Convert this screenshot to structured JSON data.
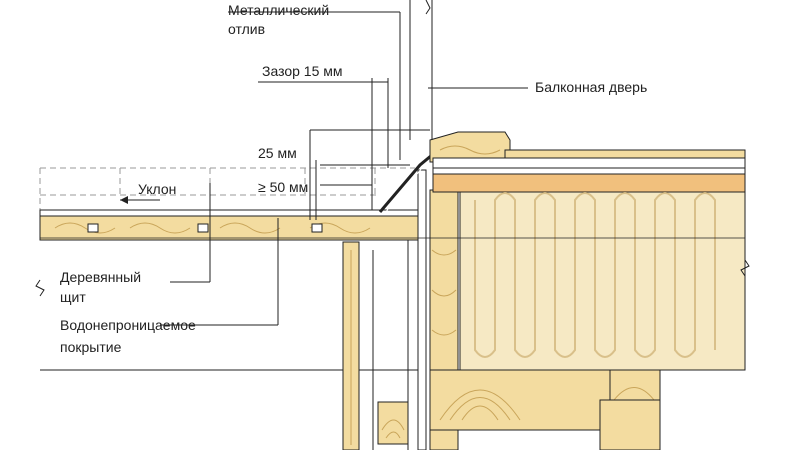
{
  "labels": {
    "metal_flashing_line1": "Металлический",
    "metal_flashing_line2": "отлив",
    "gap": "Зазор 15 мм",
    "balcony_door": "Балконная дверь",
    "dim_25": "25 мм",
    "dim_50": "≥ 50 мм",
    "slope": "Уклон",
    "wooden_board_line1": "Деревянный",
    "wooden_board_line2": "щит",
    "waterproof_line1": "Водонепроницаемое",
    "waterproof_line2": "покрытие"
  },
  "colors": {
    "wood": "#f3dca0",
    "wood_grain": "#c9a55a",
    "insulation": "#f6e9c4",
    "insulation_line": "#d9c08a",
    "screed": "#f1c07d",
    "ink": "#222222",
    "dashed": "#9a9a9a"
  }
}
